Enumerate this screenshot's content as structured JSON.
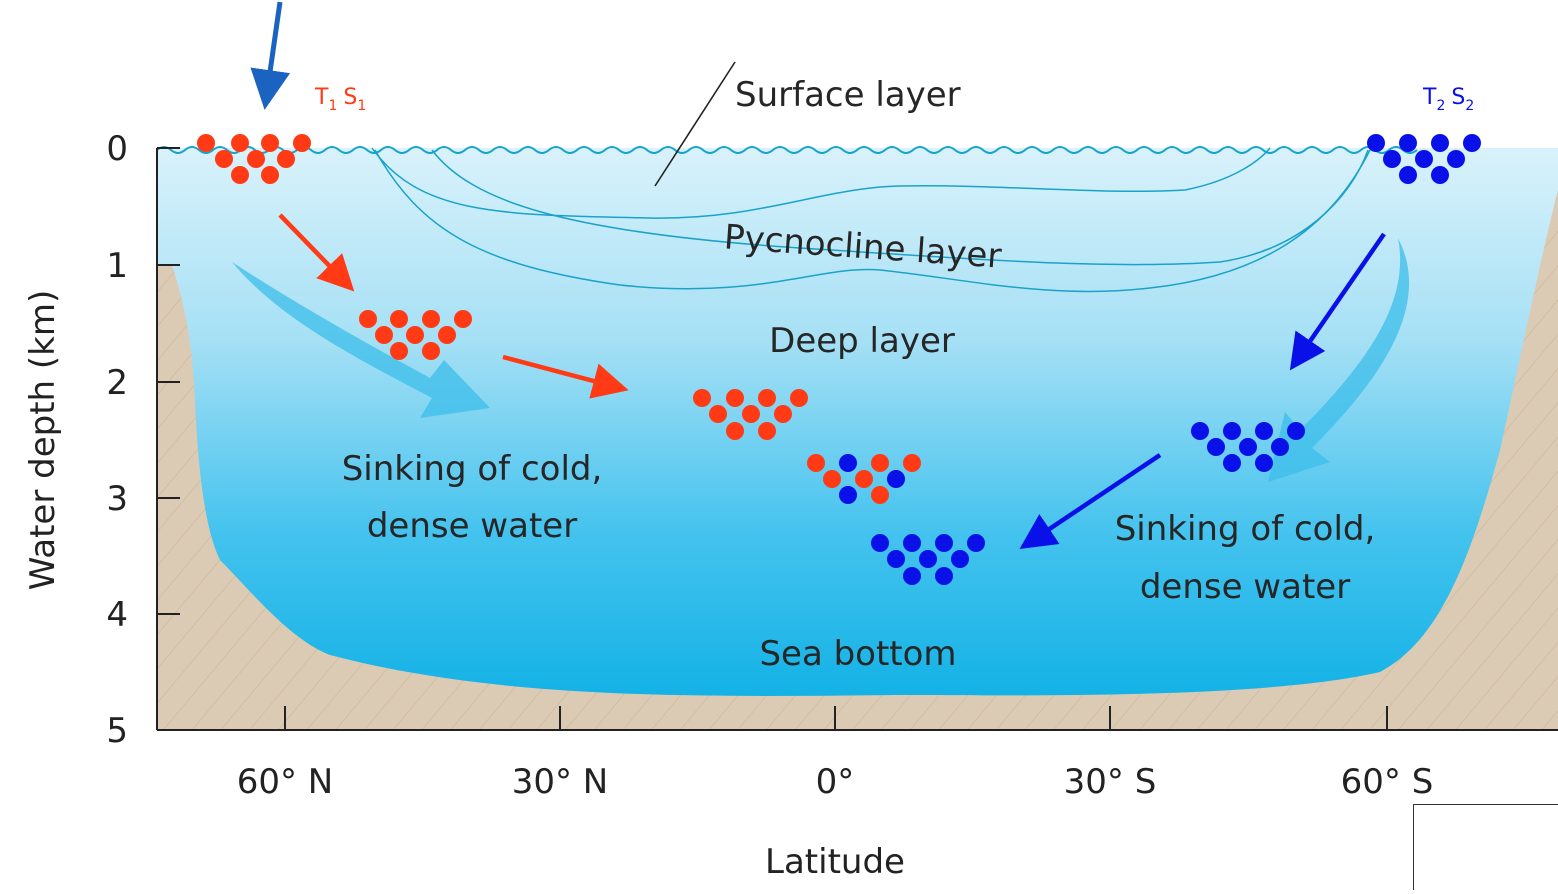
{
  "diagram": {
    "y_axis": {
      "label": "Water depth (km)",
      "ticks": [
        "0",
        "1",
        "2",
        "3",
        "4",
        "5"
      ]
    },
    "x_axis": {
      "label": "Latitude",
      "ticks": [
        "60° N",
        "30° N",
        "0°",
        "30° S",
        "60° S"
      ]
    },
    "labels": {
      "surface": "Surface layer",
      "pycnocline": "Pycnocline layer",
      "deep": "Deep layer",
      "sinking_left_1": "Sinking of cold,",
      "sinking_left_2": "dense water",
      "sinking_right_1": "Sinking of cold,",
      "sinking_right_2": "dense water",
      "bottom": "Sea bottom"
    },
    "water_masses": {
      "north": {
        "t": "T",
        "t_sub": "1",
        "s": "S",
        "s_sub": "1"
      },
      "south": {
        "t": "T",
        "t_sub": "2",
        "s": "S",
        "s_sub": "2"
      }
    },
    "colors": {
      "north_mass": "#ff3a14",
      "south_mass": "#0a10e8",
      "input_arrow": "#1a63c0",
      "seafloor": "#dbcab3",
      "water_top": "#d6f1fb",
      "water_bottom": "#12b4e8"
    }
  }
}
